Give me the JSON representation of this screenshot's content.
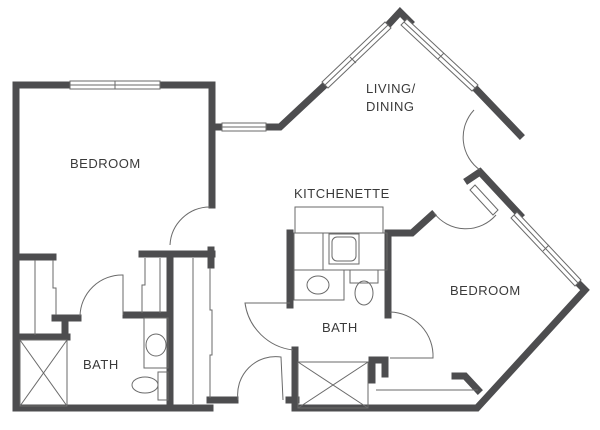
{
  "floorplan": {
    "rooms": {
      "bedroom_left": "BEDROOM",
      "bath_left": "BATH",
      "living_dining_line1": "LIVING/",
      "living_dining_line2": "DINING",
      "kitchenette": "KITCHENETTE",
      "bath_center": "BATH",
      "bedroom_right": "BEDROOM"
    },
    "colors": {
      "wall": "#4d4d4f",
      "line": "#6a6a6a",
      "background": "#ffffff",
      "text": "#3a3a3a"
    }
  }
}
